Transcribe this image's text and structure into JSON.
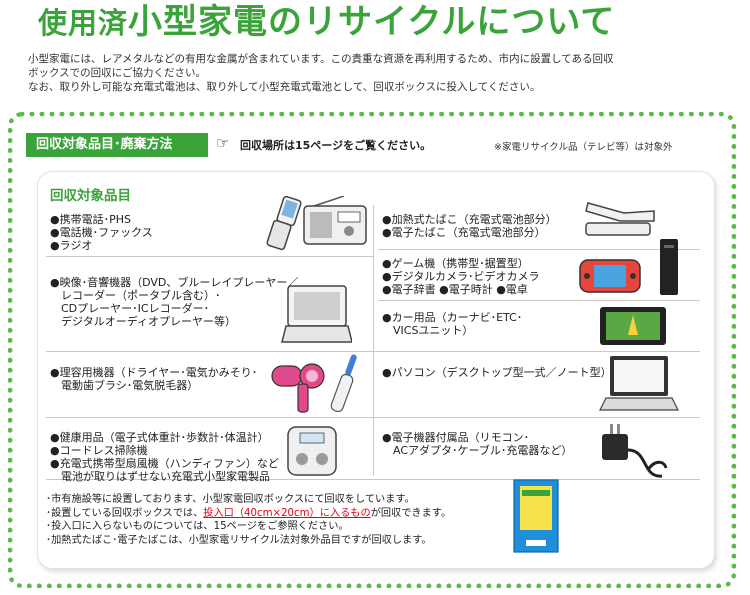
{
  "title": {
    "part1": "使用済",
    "part2": "小型家電のリサイクルについて"
  },
  "intro": [
    "小型家電には、レアメタルなどの有用な金属が含まれています。この貴重な資源を再利用するため、市内に設置してある回収",
    "ボックスでの回収にご協力ください。",
    "なお、取り外し可能な充電式電池は、取り外して小型充電式電池として、回収ボックスに投入してください。"
  ],
  "section": {
    "label": "回収対象品目･廃棄方法",
    "location_note": "回収場所は15ページをご覧ください。",
    "excluded_note": "※家電リサイクル品（テレビ等）は対象外"
  },
  "panel": {
    "heading": "回収対象品目",
    "items": {
      "phones": [
        "●携帯電話･PHS",
        "●電話機･ファックス",
        "●ラジオ"
      ],
      "cigs": [
        "●加熱式たばこ（充電式電池部分）",
        "●電子たばこ（充電式電池部分）"
      ],
      "av": [
        "●映像･音響機器（DVD、ブルーレイプレーヤー／",
        "　レコーダー（ポータブル含む）･",
        "　CDプレーヤー･ICレコーダー･",
        "　デジタルオーディオプレーヤー等）"
      ],
      "games": [
        "●ゲーム機（携帯型･据置型）",
        "●デジタルカメラ･ビデオカメラ",
        "●電子辞書 ●電子時計 ●電卓"
      ],
      "car": [
        "●カー用品（カーナビ･ETC･",
        "　VICSユニット）"
      ],
      "beauty": [
        "●理容用機器（ドライヤー･電気かみそり･",
        "　電動歯ブラシ･電気脱毛器）"
      ],
      "pc": [
        "●パソコン（デスクトップ型一式／ノート型）"
      ],
      "health": [
        "●健康用品（電子式体重計･歩数計･体温計）",
        "●コードレス掃除機",
        "●充電式携帯型扇風機（ハンディファン）など",
        "　電池が取りはずせない充電式小型家電製品"
      ],
      "accessories": [
        "●電子機器付属品（リモコン･",
        "　ACアダプタ･ケーブル･充電器など）"
      ]
    },
    "notes": {
      "line1": "･市有施設等に設置しております、小型家電回収ボックスにて回収をしています。",
      "line2_pre": "･設置している回収ボックスでは、",
      "line2_red": "投入口（40cm×20cm）に入るもの",
      "line2_post": "が回収できます。",
      "line3": "･投入口に入らないものについては、15ページをご参照ください。",
      "line4": "･加熱式たばこ･電子たばこは、小型家電リサイクル法対象外品目ですが回収します。"
    }
  },
  "colors": {
    "brand_green": "#3aa33a",
    "dots_green": "#5bb94a",
    "emphasis_red": "#e60012"
  },
  "icons": [
    "phone-icon",
    "radio-icon",
    "heated-tobacco-icon",
    "game-console-icon",
    "desktop-pc-icon",
    "portable-dvd-icon",
    "car-navi-icon",
    "hair-dryer-icon",
    "electric-toothbrush-icon",
    "laptop-icon",
    "body-scale-icon",
    "ac-adapter-icon",
    "collection-box-icon"
  ]
}
